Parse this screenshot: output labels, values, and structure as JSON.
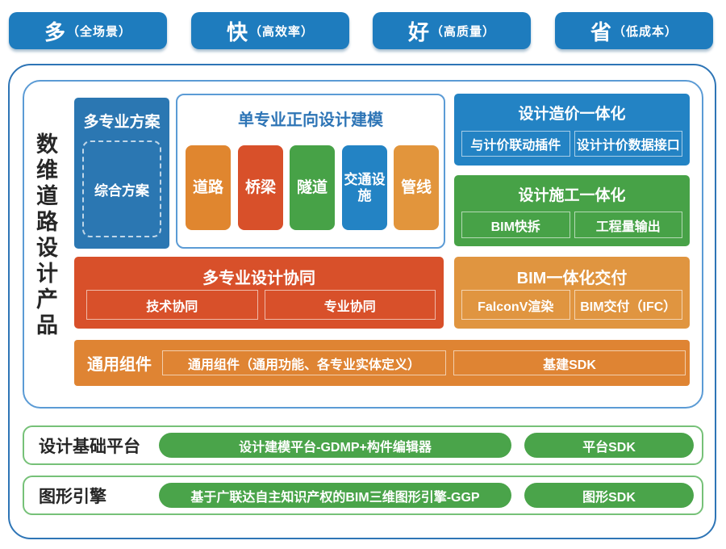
{
  "benefits": [
    {
      "big": "多",
      "small": "（全场景）"
    },
    {
      "big": "快",
      "small": "（高效率）"
    },
    {
      "big": "好",
      "small": "（高质量）"
    },
    {
      "big": "省",
      "small": "（低成本）"
    }
  ],
  "product": {
    "side_title": "数维道路设计产品",
    "multi_plan": {
      "title": "多专业方案",
      "item": "综合方案"
    },
    "modeling": {
      "title": "单专业正向设计建模",
      "items": [
        {
          "label": "道路",
          "color": "#E0862F"
        },
        {
          "label": "桥梁",
          "color": "#D8502A"
        },
        {
          "label": "隧道",
          "color": "#47A247"
        },
        {
          "label": "交通设施",
          "color": "#2383C4"
        },
        {
          "label": "管线",
          "color": "#E2953C"
        }
      ]
    },
    "cost": {
      "title": "设计造价一体化",
      "items": [
        "与计价联动插件",
        "设计计价数据接口"
      ]
    },
    "construction": {
      "title": "设计施工一体化",
      "items": [
        "BIM快拆",
        "工程量输出"
      ]
    },
    "collaboration": {
      "title": "多专业设计协同",
      "items": [
        "技术协同",
        "专业协同"
      ]
    },
    "delivery": {
      "title": "BIM一体化交付",
      "items": [
        "FalconV渲染",
        "BIM交付（IFC）"
      ]
    },
    "common": {
      "title": "通用组件",
      "items": [
        "通用组件（通用功能、各专业实体定义）",
        "基建SDK"
      ]
    }
  },
  "platform": {
    "title": "设计基础平台",
    "items": [
      "设计建模平台-GDMP+构件编辑器",
      "平台SDK"
    ]
  },
  "engine": {
    "title": "图形引擎",
    "items": [
      "基于广联达自主知识产权的BIM三维图形引擎-GGP",
      "图形SDK"
    ]
  },
  "colors": {
    "button_blue": "#1E7CBE",
    "outer_border": "#2E75B6",
    "inner_border": "#5B9BD5",
    "plan_blue": "#2B77B2",
    "cost_blue": "#2383C4",
    "green": "#47A247",
    "red_orange": "#D8502A",
    "common_orange": "#DF8433",
    "delivery_orange": "#E09540",
    "pill_green": "#4AA44A",
    "green_border": "#76C178"
  }
}
